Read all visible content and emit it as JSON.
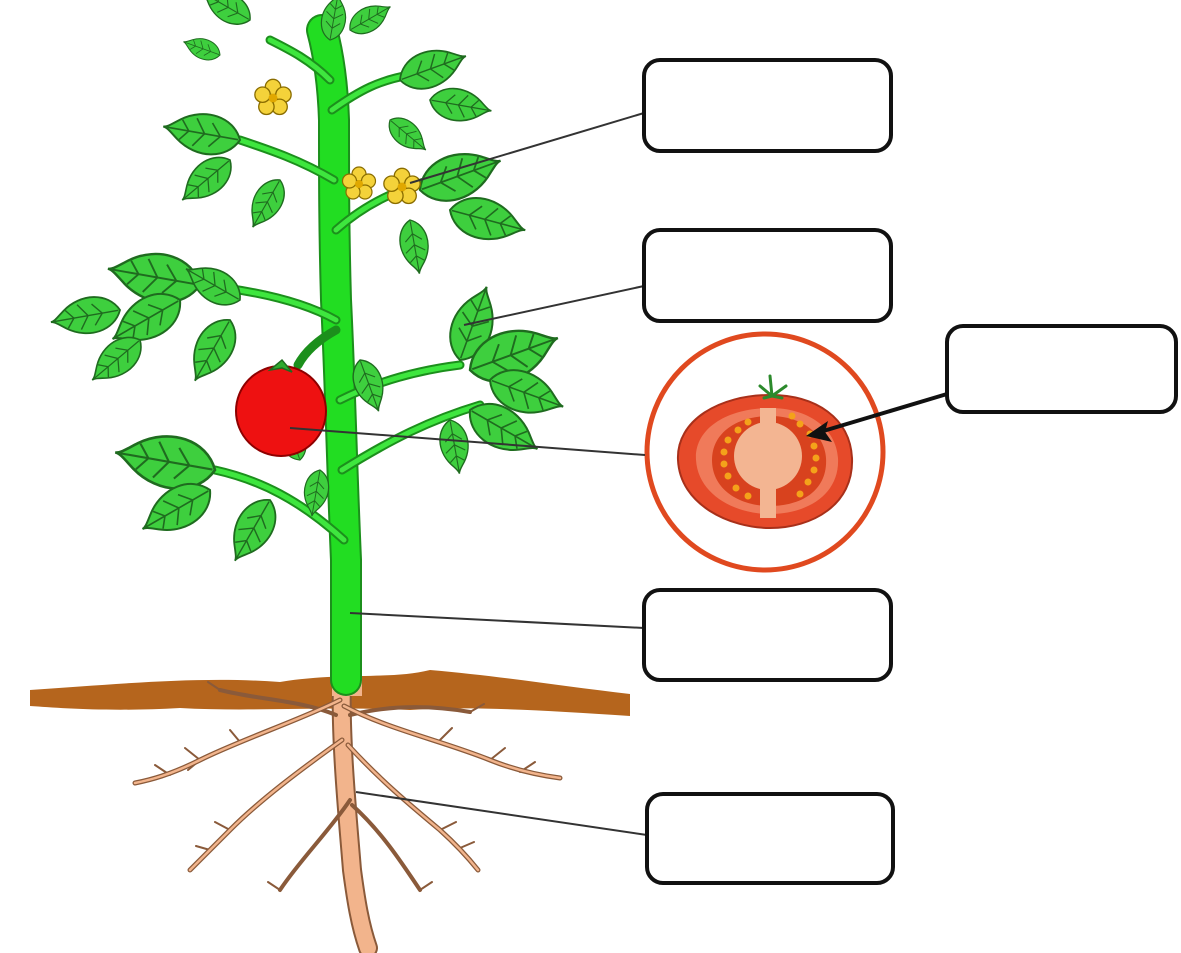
{
  "diagram": {
    "colors": {
      "leaf_fill": "#3ecf3e",
      "leaf_outline": "#1f6b1f",
      "stem": "#22dd22",
      "flower": "#f4d23a",
      "fruit": "#ee1111",
      "soil": "#b5651d",
      "root": "#f2b48c",
      "root_outline": "#8a5a3a",
      "leader_line": "#333333",
      "box_border": "#111111"
    },
    "label_boxes": [
      {
        "id": "flower",
        "text": ""
      },
      {
        "id": "leaf",
        "text": ""
      },
      {
        "id": "seed",
        "text": ""
      },
      {
        "id": "stem",
        "text": ""
      },
      {
        "id": "root",
        "text": ""
      }
    ]
  }
}
